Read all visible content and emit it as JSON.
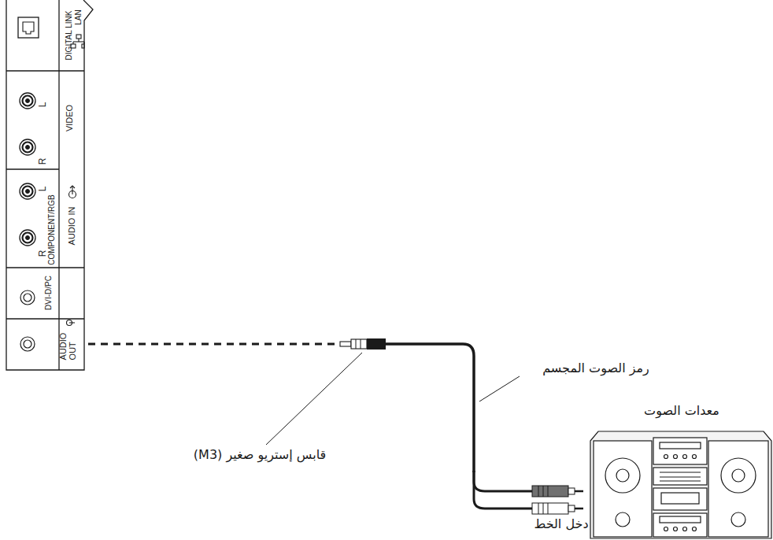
{
  "diagram": {
    "labels": [
      "DIGITAL LINK",
      "LAN",
      "L",
      "VIDEO",
      "R",
      "L",
      "COMPONENT/RGB",
      "R",
      "AUDIO IN",
      "DVI-D/PC",
      "AUDIO OUT",
      "رمز الصوت المجسم",
      "معدات الصوت",
      "قابس إستريو صغير (M3)",
      "دخل الخط"
    ]
  }
}
